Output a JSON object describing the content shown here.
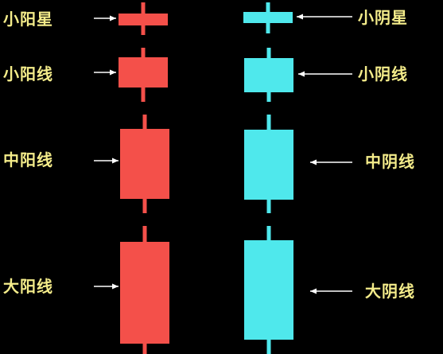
{
  "colors": {
    "background": "#000000",
    "yang": "#f4504a",
    "yin": "#4fe8ec",
    "label_text": "#f4ec8a",
    "arrow": "#ffffff"
  },
  "candles": [
    {
      "label": "小阳星",
      "type": "yang",
      "side": "left"
    },
    {
      "label": "小阳线",
      "type": "yang",
      "side": "left"
    },
    {
      "label": "中阳线",
      "type": "yang",
      "side": "left"
    },
    {
      "label": "大阳线",
      "type": "yang",
      "side": "left"
    },
    {
      "label": "小阴星",
      "type": "yin",
      "side": "right"
    },
    {
      "label": "小阴线",
      "type": "yin",
      "side": "right"
    },
    {
      "label": "中阴线",
      "type": "yin",
      "side": "right"
    },
    {
      "label": "大阴线",
      "type": "yin",
      "side": "right"
    }
  ]
}
